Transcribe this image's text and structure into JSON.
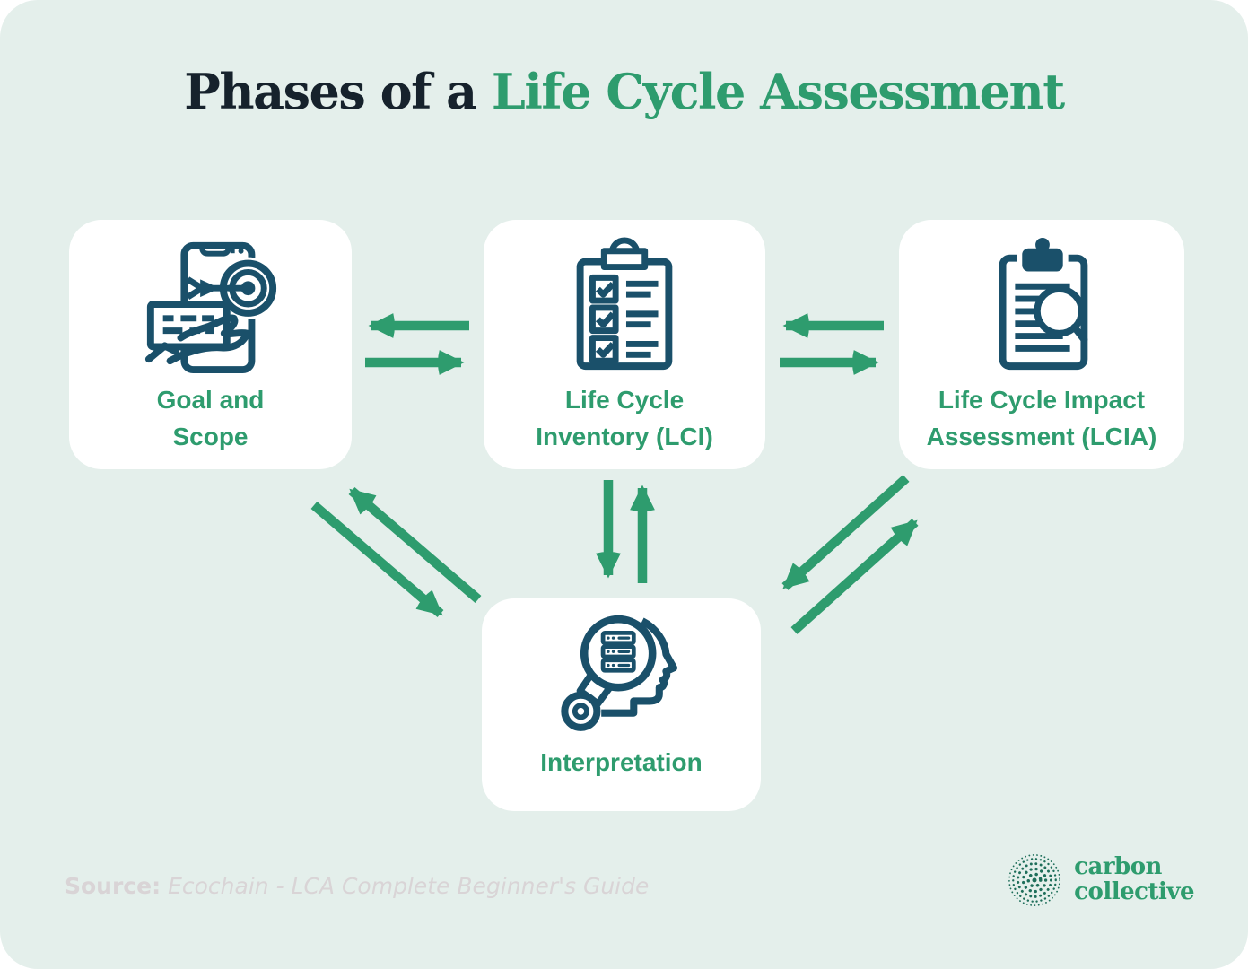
{
  "title": {
    "prefix": "Phases of a ",
    "highlight": "Life Cycle Assessment"
  },
  "phases": [
    {
      "id": "goal-and-scope",
      "icon": "phone-target-hand-icon",
      "line1": "Goal and",
      "line2": "Scope"
    },
    {
      "id": "life-cycle-inventory",
      "icon": "clipboard-checklist-icon",
      "line1": "Life Cycle",
      "line2": "Inventory (LCI)"
    },
    {
      "id": "life-cycle-impact-assessment",
      "icon": "clipboard-magnifier-icon",
      "line1": "Life Cycle Impact",
      "line2": "Assessment (LCIA)"
    },
    {
      "id": "interpretation",
      "icon": "head-gear-magnifier-icon",
      "line1": "Interpretation",
      "line2": ""
    }
  ],
  "connections": [
    {
      "from": "goal-and-scope",
      "to": "life-cycle-inventory",
      "type": "two-way"
    },
    {
      "from": "life-cycle-inventory",
      "to": "life-cycle-impact-assessment",
      "type": "two-way"
    },
    {
      "from": "life-cycle-inventory",
      "to": "interpretation",
      "type": "two-way"
    },
    {
      "from": "goal-and-scope",
      "to": "interpretation",
      "type": "two-way"
    },
    {
      "from": "life-cycle-impact-assessment",
      "to": "interpretation",
      "type": "two-way"
    }
  ],
  "source": {
    "label": "Source:",
    "text": "Ecochain - LCA Complete Beginner's Guide"
  },
  "logo": {
    "line1": "carbon",
    "line2": "collective"
  },
  "colors": {
    "background": "#e4efeb",
    "card": "#ffffff",
    "green": "#2e9c6e",
    "icon_teal": "#1a506a",
    "title_dark": "#16222c",
    "source_muted": "#d9d4d6",
    "logo_dots": "#1e6e5a"
  }
}
